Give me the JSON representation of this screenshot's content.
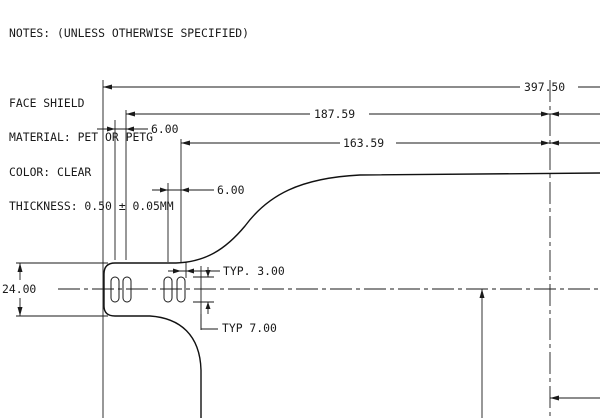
{
  "notes": {
    "heading": "NOTES: (UNLESS OTHERWISE SPECIFIED)",
    "lines": [
      "FACE SHIELD",
      "MATERIAL: PET OR PETG",
      "COLOR: CLEAR",
      "THICKNESS: 0.50 ± 0.05MM"
    ]
  },
  "dimensions": {
    "overall_length": "397.50",
    "slot_to_slot_far": "187.59",
    "slot_to_slot_near": "163.59",
    "slot_offset_top": "6.00",
    "slot_pair_spacing": "6.00",
    "slot_width_typ": "TYP. 3.00",
    "slot_length_typ": "TYP 7.00",
    "tab_height": "24.00"
  }
}
